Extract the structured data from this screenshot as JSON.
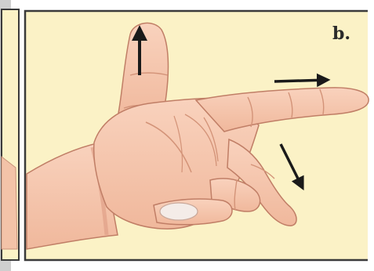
{
  "panel": {
    "label": "b."
  },
  "colors": {
    "panel_background": "#fbf2c6",
    "panel_border": "#3a3a3a",
    "page_background": "#ffffff",
    "skin": "#f7c8b0",
    "skin_shadow": "#e8a890",
    "skin_outline": "#c07e66",
    "arrow": "#1a1a1a",
    "nail": "#f4ece8"
  },
  "arrows": [
    {
      "name": "thumb-arrow",
      "direction": "up"
    },
    {
      "name": "index-finger-arrow",
      "direction": "right"
    },
    {
      "name": "middle-finger-arrow",
      "direction": "down-right"
    }
  ]
}
